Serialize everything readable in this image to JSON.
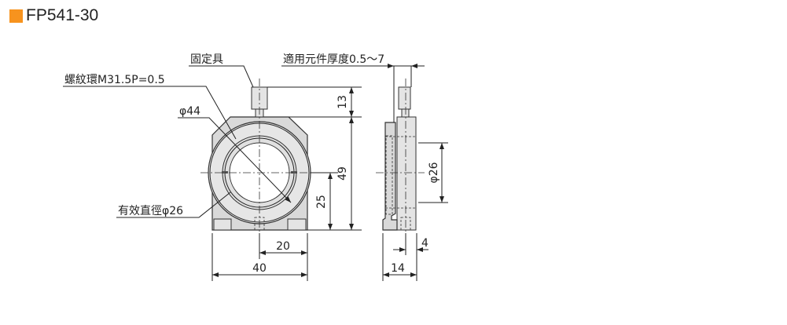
{
  "title": {
    "model": "FP541-30",
    "accent_color": "#f7931e"
  },
  "labels": {
    "fixture": "固定具",
    "retaining_ring": "螺紋環M31.5P=0.5",
    "outer_diameter": "φ44",
    "effective_diameter": "有效直徑φ26",
    "element_thickness": "適用元件厚度0.5～7"
  },
  "dimensions": {
    "knob_height": "13",
    "body_height": "49",
    "center_height": "25",
    "half_width": "20",
    "width": "40",
    "side_aperture": "φ26",
    "side_offset": "4",
    "depth": "14"
  }
}
